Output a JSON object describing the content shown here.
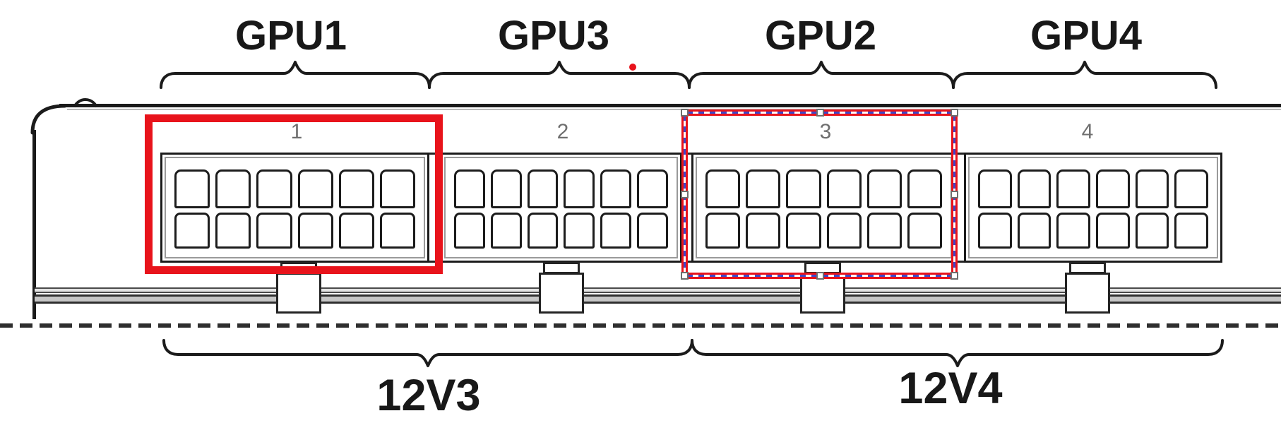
{
  "labels": {
    "gpus": [
      "GPU1",
      "GPU3",
      "GPU2",
      "GPU4"
    ],
    "connector_numbers": [
      "1",
      "2",
      "3",
      "4"
    ],
    "rails": [
      "12V3",
      "12V4"
    ]
  },
  "colors": {
    "highlight_red": "#e8131b",
    "selection_dash_blue": "#3d47c9",
    "line_black": "#1a1a1a",
    "number_gray": "#6f6f6f"
  }
}
